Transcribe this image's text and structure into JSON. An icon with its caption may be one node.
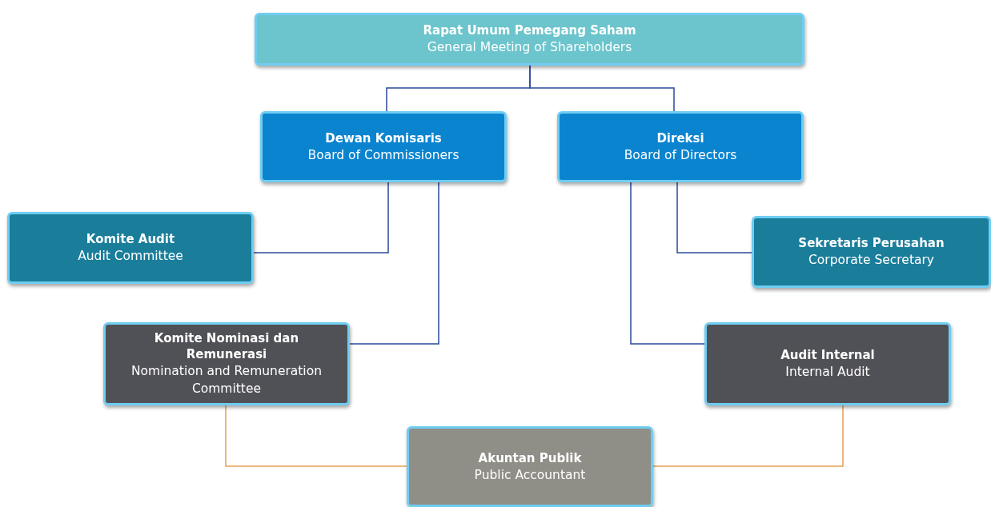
{
  "diagram": {
    "nodes": [
      {
        "text": [
          "Rapat Umum Pemegang Saham",
          "General Meeting of Shareholders"
        ]
      },
      {
        "text": [
          "Dewan Komisaris",
          "Board of Commissioners"
        ]
      },
      {
        "text": [
          "Direksi",
          "Board of Directors"
        ]
      },
      {
        "text": [
          "Komite Audit",
          "Audit Committee"
        ]
      },
      {
        "text": [
          "Sekretaris Perusahan",
          "Corporate Secretary"
        ]
      },
      {
        "text": [
          "Komite Nominasi dan Remunerasi",
          "Nomination and Remuneration Committee"
        ]
      },
      {
        "text": [
          "Audit Internal",
          "Internal Audit"
        ]
      },
      {
        "text": [
          "Akuntan Publik",
          "Public Accountant"
        ]
      }
    ],
    "edges": [
      {
        "from": 0,
        "to": 1,
        "arrow": "none"
      },
      {
        "from": 0,
        "to": 2,
        "arrow": "none"
      },
      {
        "from": 1,
        "to": 3,
        "arrow": "none"
      },
      {
        "from": 1,
        "to": 5,
        "arrow": "none"
      },
      {
        "from": 2,
        "to": 4,
        "arrow": "none"
      },
      {
        "from": 2,
        "to": 6,
        "arrow": "none"
      },
      {
        "from": 5,
        "to": 7,
        "arrow": "none",
        "color": "#e8a050"
      },
      {
        "from": 6,
        "to": 7,
        "arrow": "none",
        "color": "#e8a050"
      }
    ]
  }
}
